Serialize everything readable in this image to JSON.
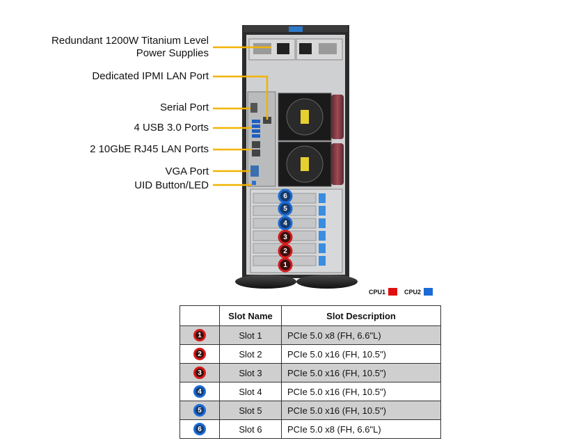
{
  "callouts": [
    {
      "id": "psu",
      "line1": "Redundant  1200W Titanium  Level",
      "line2": "Power Supplies"
    },
    {
      "id": "ipmi",
      "line1": "Dedicated IPMI  LAN Port"
    },
    {
      "id": "serial",
      "line1": "Serial Port"
    },
    {
      "id": "usb",
      "line1": "4 USB 3.0 Ports"
    },
    {
      "id": "lan",
      "line1": "2 10GbE RJ45 LAN Ports"
    },
    {
      "id": "vga",
      "line1": "VGA Port"
    },
    {
      "id": "uid",
      "line1": "UID Button/LED"
    }
  ],
  "slot_markers": [
    {
      "label": "6",
      "cpu": "cpu2"
    },
    {
      "label": "5",
      "cpu": "cpu2"
    },
    {
      "label": "4",
      "cpu": "cpu2"
    },
    {
      "label": "3",
      "cpu": "cpu1"
    },
    {
      "label": "2",
      "cpu": "cpu1"
    },
    {
      "label": "1",
      "cpu": "cpu1"
    }
  ],
  "legend": {
    "cpu1_label": "CPU1",
    "cpu2_label": "CPU2",
    "cpu1_color": "#e01010",
    "cpu2_color": "#1a6bd6"
  },
  "table": {
    "headers": [
      "",
      "Slot Name",
      "Slot Description"
    ],
    "rows": [
      {
        "badge": "1",
        "cpu": "cpu1",
        "name": "Slot 1",
        "desc": "PCIe 5.0 x8 (FH, 6.6\"L)"
      },
      {
        "badge": "2",
        "cpu": "cpu1",
        "name": "Slot 2",
        "desc": "PCIe 5.0 x16 (FH, 10.5\")"
      },
      {
        "badge": "3",
        "cpu": "cpu1",
        "name": "Slot 3",
        "desc": "PCIe 5.0 x16 (FH, 10.5\")"
      },
      {
        "badge": "4",
        "cpu": "cpu2",
        "name": "Slot 4",
        "desc": "PCIe 5.0 x16 (FH, 10.5\")"
      },
      {
        "badge": "5",
        "cpu": "cpu2",
        "name": "Slot 5",
        "desc": "PCIe 5.0 x16 (FH, 10.5\")"
      },
      {
        "badge": "6",
        "cpu": "cpu2",
        "name": "Slot 6",
        "desc": "PCIe 5.0 x8 (FH, 6.6\"L)"
      }
    ]
  }
}
